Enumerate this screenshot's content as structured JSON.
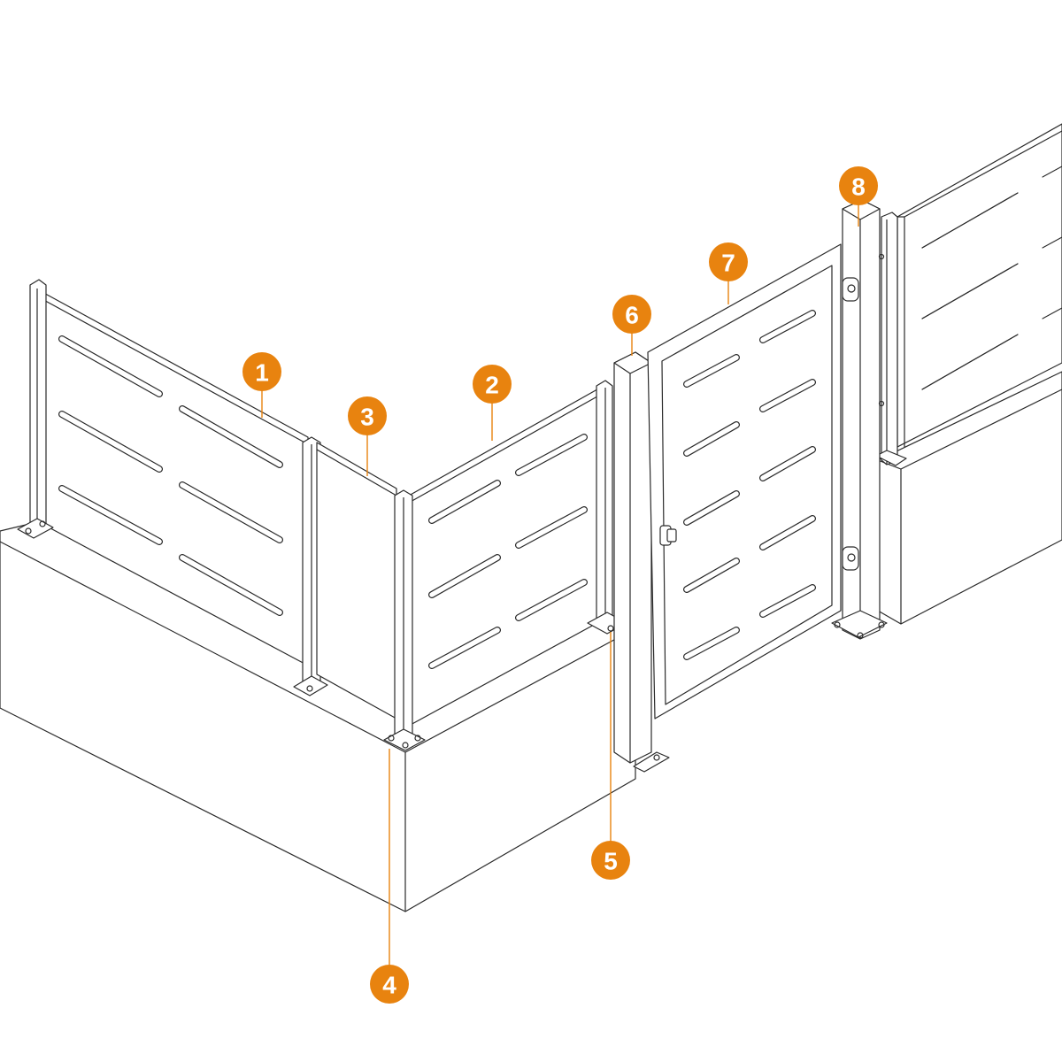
{
  "diagram": {
    "callouts": [
      {
        "id": "1",
        "label": "1"
      },
      {
        "id": "2",
        "label": "2"
      },
      {
        "id": "3",
        "label": "3"
      },
      {
        "id": "4",
        "label": "4"
      },
      {
        "id": "5",
        "label": "5"
      },
      {
        "id": "6",
        "label": "6"
      },
      {
        "id": "7",
        "label": "7"
      },
      {
        "id": "8",
        "label": "8"
      }
    ],
    "colors": {
      "callout": "#e8830f",
      "callout_text": "#ffffff",
      "line": "#2a2a2a",
      "background": "#ffffff"
    }
  }
}
